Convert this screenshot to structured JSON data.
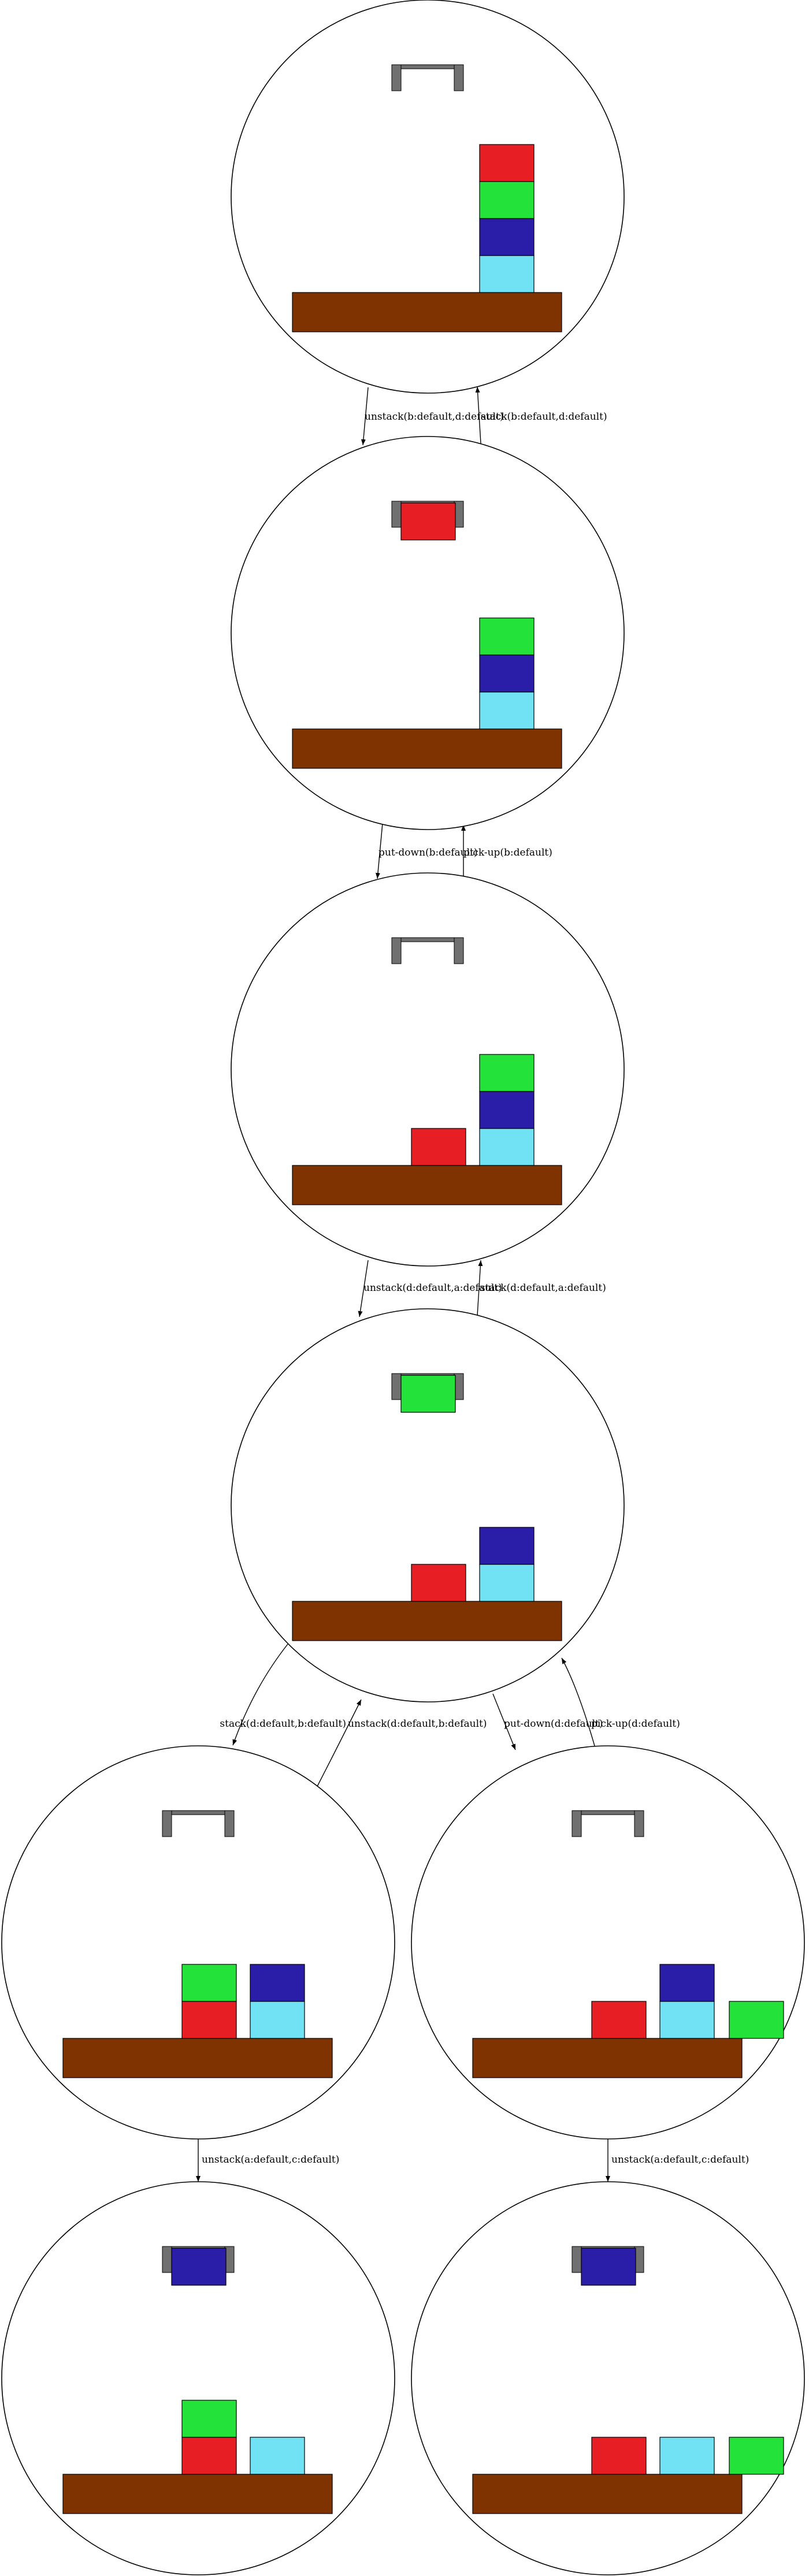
{
  "colors": {
    "background": "#ffffff",
    "outline": "#000000",
    "table": "#7f3300",
    "gripper": "#707070",
    "block_a": "#e81e25",
    "block_b": "#23e33a",
    "block_c": "#71e1f4",
    "block_d": "#2a1ea8"
  },
  "states": [
    {
      "id": "s0",
      "holding": null,
      "stacks": [
        [],
        [],
        [
          "c",
          "d",
          "b",
          "a"
        ],
        []
      ]
    },
    {
      "id": "s1",
      "holding": "a",
      "stacks": [
        [],
        [],
        [
          "c",
          "d",
          "b"
        ],
        []
      ]
    },
    {
      "id": "s2",
      "holding": null,
      "stacks": [
        [],
        [
          "a"
        ],
        [
          "c",
          "d",
          "b"
        ],
        []
      ]
    },
    {
      "id": "s3",
      "holding": "b",
      "stacks": [
        [],
        [
          "a"
        ],
        [
          "c",
          "d"
        ],
        []
      ]
    },
    {
      "id": "s4",
      "holding": null,
      "stacks": [
        [],
        [
          "a",
          "b"
        ],
        [
          "c",
          "d"
        ],
        []
      ]
    },
    {
      "id": "s5",
      "holding": null,
      "stacks": [
        [],
        [
          "a"
        ],
        [
          "c",
          "d"
        ],
        [
          "b"
        ]
      ]
    },
    {
      "id": "s6",
      "holding": "d",
      "stacks": [
        [],
        [
          "a",
          "b"
        ],
        [
          "c"
        ],
        []
      ]
    },
    {
      "id": "s7",
      "holding": "d",
      "stacks": [
        [],
        [
          "a"
        ],
        [
          "c"
        ],
        [
          "b"
        ]
      ]
    }
  ],
  "edges": [
    {
      "from": "s0",
      "to": "s1",
      "label": "unstack(b:default,d:default)"
    },
    {
      "from": "s1",
      "to": "s0",
      "label": "stack(b:default,d:default)"
    },
    {
      "from": "s1",
      "to": "s2",
      "label": "put-down(b:default)"
    },
    {
      "from": "s2",
      "to": "s1",
      "label": "pick-up(b:default)"
    },
    {
      "from": "s2",
      "to": "s3",
      "label": "unstack(d:default,a:default)"
    },
    {
      "from": "s3",
      "to": "s2",
      "label": "stack(d:default,a:default)"
    },
    {
      "from": "s3",
      "to": "s4",
      "label": "stack(d:default,b:default)"
    },
    {
      "from": "s4",
      "to": "s3",
      "label": "unstack(d:default,b:default)"
    },
    {
      "from": "s3",
      "to": "s5",
      "label": "put-down(d:default)"
    },
    {
      "from": "s5",
      "to": "s3",
      "label": "pick-up(d:default)"
    },
    {
      "from": "s4",
      "to": "s6",
      "label": "unstack(a:default,c:default)"
    },
    {
      "from": "s5",
      "to": "s7",
      "label": "unstack(a:default,c:default)"
    }
  ]
}
